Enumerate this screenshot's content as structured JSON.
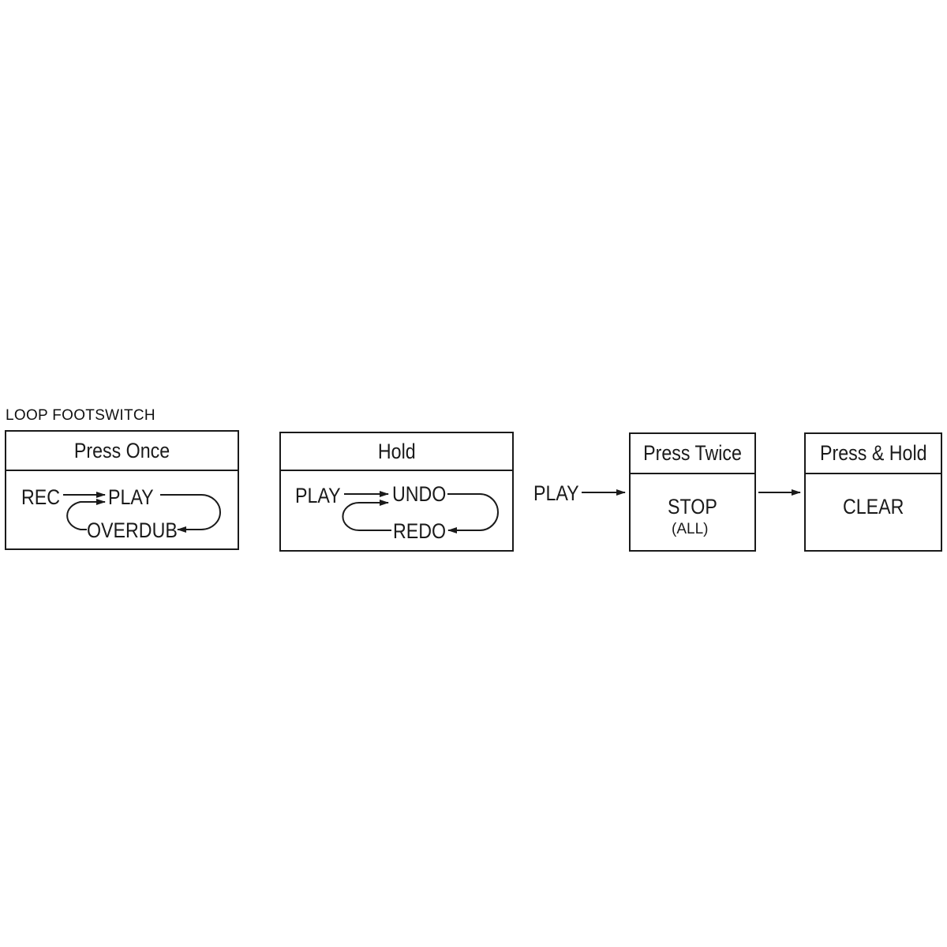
{
  "title": "LOOP FOOTSWITCH",
  "press_once": {
    "header": "Press Once",
    "rec": "REC",
    "play": "PLAY",
    "overdub": "OVERDUB"
  },
  "hold": {
    "header": "Hold",
    "play": "PLAY",
    "undo": "UNDO",
    "redo": "REDO"
  },
  "flow": {
    "play": "PLAY"
  },
  "press_twice": {
    "header": "Press Twice",
    "stop": "STOP",
    "all": "(ALL)"
  },
  "press_hold": {
    "header": "Press & Hold",
    "clear": "CLEAR"
  },
  "colors": {
    "ink": "#1a1a1a",
    "background": "#ffffff"
  },
  "icons": [
    "arrow-right-icon",
    "loop-return-arrow-icon"
  ]
}
